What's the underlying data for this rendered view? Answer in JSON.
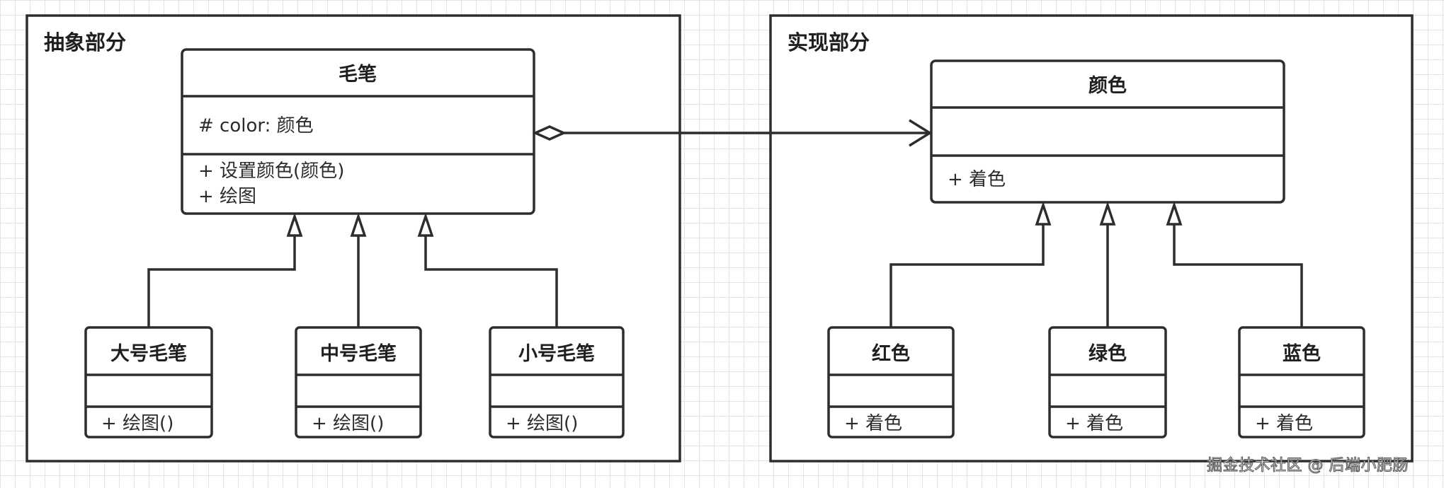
{
  "abstraction": {
    "title": "抽象部分",
    "main_class": {
      "name": "毛笔",
      "attributes": [
        "# color: 颜色"
      ],
      "methods": [
        "+ 设置颜色(颜色)",
        "+ 绘图"
      ]
    },
    "subclasses": [
      {
        "name": "大号毛笔",
        "methods": [
          "+ 绘图()"
        ]
      },
      {
        "name": "中号毛笔",
        "methods": [
          "+ 绘图()"
        ]
      },
      {
        "name": "小号毛笔",
        "methods": [
          "+ 绘图()"
        ]
      }
    ]
  },
  "implementation": {
    "title": "实现部分",
    "main_class": {
      "name": "颜色",
      "attributes": [],
      "methods": [
        "+ 着色"
      ]
    },
    "subclasses": [
      {
        "name": "红色",
        "methods": [
          "+ 着色"
        ]
      },
      {
        "name": "绿色",
        "methods": [
          "+ 着色"
        ]
      },
      {
        "name": "蓝色",
        "methods": [
          "+ 着色"
        ]
      }
    ]
  },
  "watermark": "掘金技术社区 @ 后端小肥肠"
}
